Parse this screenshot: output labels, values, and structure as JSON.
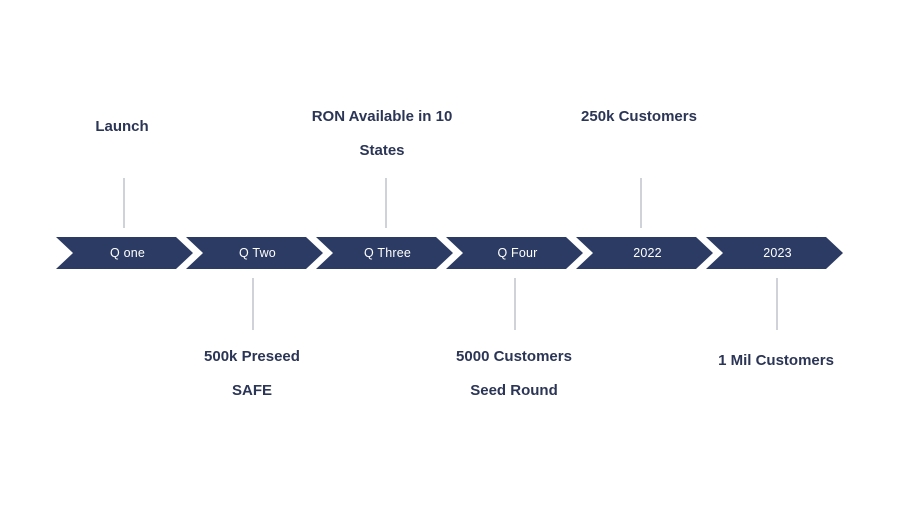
{
  "colors": {
    "chevron_fill": "#2b3b63",
    "chevron_text": "#ffffff",
    "caption_text": "#2b3556",
    "connector": "#cfd2d8",
    "background": "#ffffff"
  },
  "chart_data": {
    "type": "timeline",
    "title": "",
    "orientation": "horizontal",
    "segments": [
      {
        "label": "Q one",
        "milestone_above": "Launch",
        "milestone_below": ""
      },
      {
        "label": "Q Two",
        "milestone_above": "",
        "milestone_below": "500k Preseed SAFE"
      },
      {
        "label": "Q Three",
        "milestone_above": "RON Available in 10 States",
        "milestone_below": ""
      },
      {
        "label": "Q Four",
        "milestone_above": "",
        "milestone_below": "5000 Customers Seed Round"
      },
      {
        "label": "2022",
        "milestone_above": "250k Customers",
        "milestone_below": ""
      },
      {
        "label": "2023",
        "milestone_above": "",
        "milestone_below": "1 Mil Customers"
      }
    ]
  },
  "timeline": {
    "segments": [
      {
        "label": "Q one"
      },
      {
        "label": "Q Two"
      },
      {
        "label": "Q Three"
      },
      {
        "label": "Q Four"
      },
      {
        "label": "2022"
      },
      {
        "label": "2023"
      }
    ]
  },
  "captions_above": [
    {
      "line1": "Launch",
      "line2": ""
    },
    {
      "line1": "RON Available in 10",
      "line2": "States"
    },
    {
      "line1": "250k Customers",
      "line2": ""
    }
  ],
  "captions_below": [
    {
      "line1": "500k Preseed",
      "line2": "SAFE"
    },
    {
      "line1": "5000 Customers",
      "line2": "Seed Round"
    },
    {
      "line1": "1 Mil Customers",
      "line2": ""
    }
  ]
}
